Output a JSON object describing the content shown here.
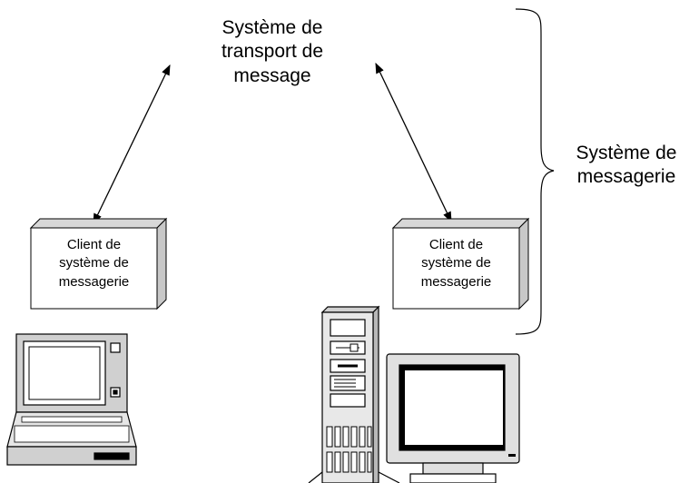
{
  "transport_label": [
    "Système de",
    "transport de",
    "message"
  ],
  "messaging_system_label": [
    "Système de",
    "messagerie"
  ],
  "client_left_label": [
    "Client de",
    "système de",
    "messagerie"
  ],
  "client_right_label": [
    "Client de",
    "système de",
    "messagerie"
  ],
  "icons": [
    "laptop-icon",
    "desktop-computer-icon"
  ]
}
